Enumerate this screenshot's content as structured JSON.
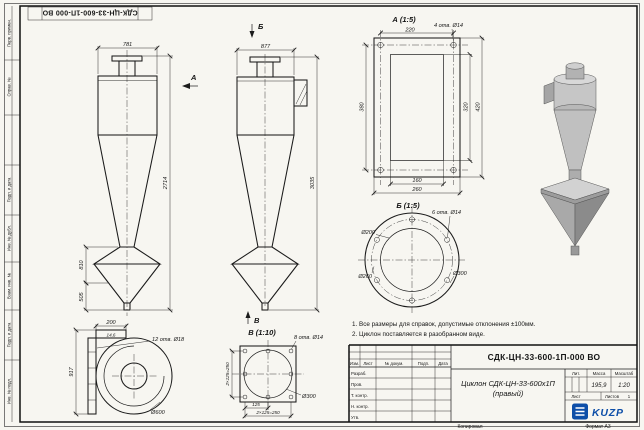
{
  "sheet": {
    "designation_stamp": "СДК-ЦН-33-600-1П-000 ВО",
    "copy_label": "Копировал",
    "format_label": "Формат А3"
  },
  "margins": [
    "Перв. примен.",
    "Справ. №",
    "Подп. и дата",
    "Инв. № дубл.",
    "Взам. инв. №",
    "Подп. и дата",
    "Инв. № подл."
  ],
  "views": {
    "front": {
      "arrow_label": "А",
      "dim_width": "781",
      "dim_height": "2714",
      "dim_skirt": "810",
      "dim_cone": "505"
    },
    "side": {
      "arrow_top": "Б",
      "arrow_bottom": "В",
      "dim_width": "877",
      "dim_height": "3035"
    },
    "detail_a": {
      "title": "А (1:5)",
      "holes": "4 отв. Ø14",
      "dim_top": "220",
      "dim_left": "380",
      "dim_right_inner": "320",
      "dim_right_outer": "420",
      "dim_bottom_inner": "160",
      "dim_bottom_outer": "260"
    },
    "detail_b": {
      "title": "Б (1:5)",
      "holes": "6 отв. Ø14",
      "dia_inner": "Ø200",
      "dia_bolt": "Ø260",
      "dia_outer": "Ø300"
    },
    "detail_v": {
      "title": "В (1:10)",
      "holes": "8 отв. Ø14",
      "dim_left": "2×125=250",
      "dim_bottom1": "125",
      "dim_bottom2": "2×125=250",
      "dia": "Ø300"
    },
    "scroll": {
      "dim_top": "200",
      "dim_thickness": "14,6",
      "holes": "12 отв. Ø18",
      "dim_height": "917",
      "dia": "Ø600"
    }
  },
  "notes": [
    "1. Все размеры для справок, допустимые отклонения ±100мм.",
    "2. Циклон поставляется в разобранном виде."
  ],
  "title_block": {
    "designation": "СДК-ЦН-33-600-1П-000 ВО",
    "name_line1": "Циклон СДК-ЦН-33-600х1П",
    "name_line2": "(правый)",
    "cols": [
      "Изм.",
      "Лист",
      "№ докум.",
      "Подп.",
      "Дата"
    ],
    "rows": [
      "Разраб.",
      "Пров.",
      "Т. контр.",
      "Н. контр.",
      "Утв."
    ],
    "lit_label": "Лит.",
    "mass_label": "Масса",
    "scale_label": "Масштаб",
    "mass_value": "195,9",
    "scale_value": "1:20",
    "sheet_label": "Лист",
    "sheets_label": "Листов",
    "sheets_value": "1",
    "logo_text": "KUZP"
  }
}
